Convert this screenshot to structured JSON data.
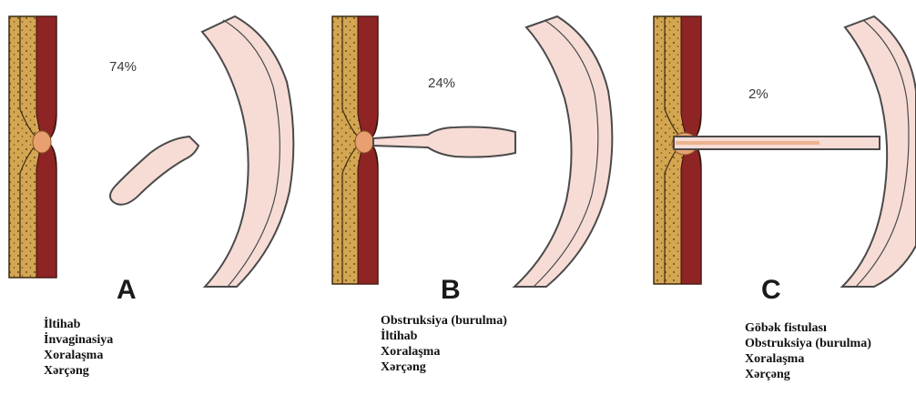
{
  "colors": {
    "fat": "#d4a652",
    "muscle": "#8e2424",
    "tissue_fill": "#f7dcd6",
    "tissue_outline": "#4a4a4a",
    "duct_orange": "#e8a070"
  },
  "panels": [
    {
      "letter": "A",
      "percent": "74%",
      "causes": [
        "İltihab",
        "İnvaginasiya",
        "Xoralaşma",
        "Xərçəng"
      ]
    },
    {
      "letter": "B",
      "percent": "24%",
      "causes": [
        "Obstruksiya (burulma)",
        "İltihab",
        "Xoralaşma",
        "Xərçəng"
      ]
    },
    {
      "letter": "C",
      "percent": "2%",
      "causes": [
        "Göbək fistulası",
        "Obstruksiya (burulma)",
        "Xoralaşma",
        "Xərçəng"
      ]
    }
  ]
}
